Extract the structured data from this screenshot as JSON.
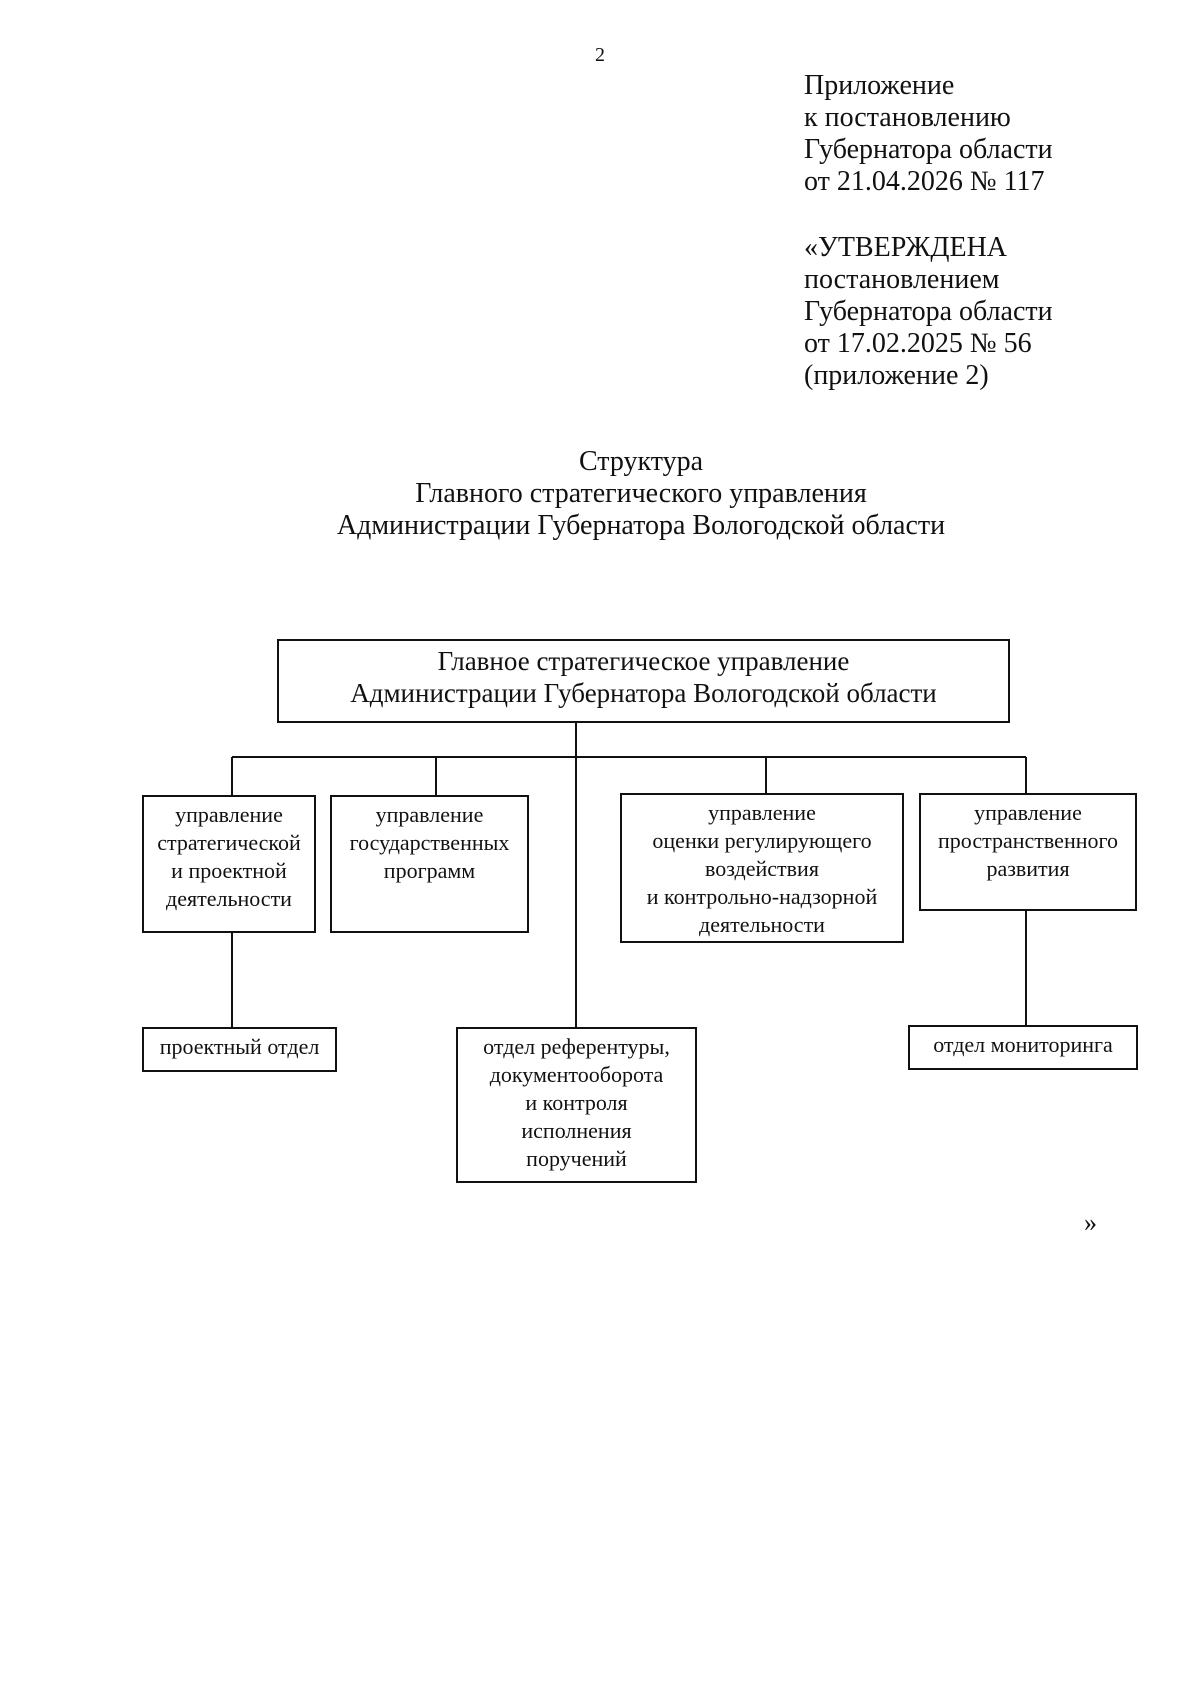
{
  "page_number": "2",
  "appendix": {
    "lines": [
      "Приложение",
      "к постановлению",
      "Губернатора области",
      "от 21.04.2026 № 117"
    ]
  },
  "approved": {
    "lines": [
      "«УТВЕРЖДЕНА",
      "постановлением",
      "Губернатора области",
      "от 17.02.2025 № 56",
      "(приложение 2)"
    ]
  },
  "title": {
    "lines": [
      "Структура",
      "Главного стратегического управления",
      "Администрации Губернатора Вологодской области"
    ]
  },
  "org_chart": {
    "root": {
      "lines": [
        "Главное стратегическое управление",
        "Администрации Губернатора Вологодской области"
      ]
    },
    "departments": [
      {
        "lines": [
          "управление",
          "стратегической",
          "и проектной",
          "деятельности"
        ],
        "sub_unit": {
          "lines": [
            "проектный отдел"
          ]
        }
      },
      {
        "lines": [
          "управление",
          "государственных",
          "программ"
        ]
      },
      {
        "lines": [
          "управление",
          "оценки регулирующего",
          "воздействия",
          "и контрольно-надзорной",
          "деятельности"
        ]
      },
      {
        "lines": [
          "управление",
          "пространственного",
          "развития"
        ],
        "sub_unit": {
          "lines": [
            "отдел мониторинга"
          ]
        }
      }
    ],
    "direct_unit": {
      "lines": [
        "отдел референтуры,",
        "документооборота",
        "и контроля",
        "исполнения",
        "поручений"
      ]
    }
  },
  "closing_quote": "»"
}
